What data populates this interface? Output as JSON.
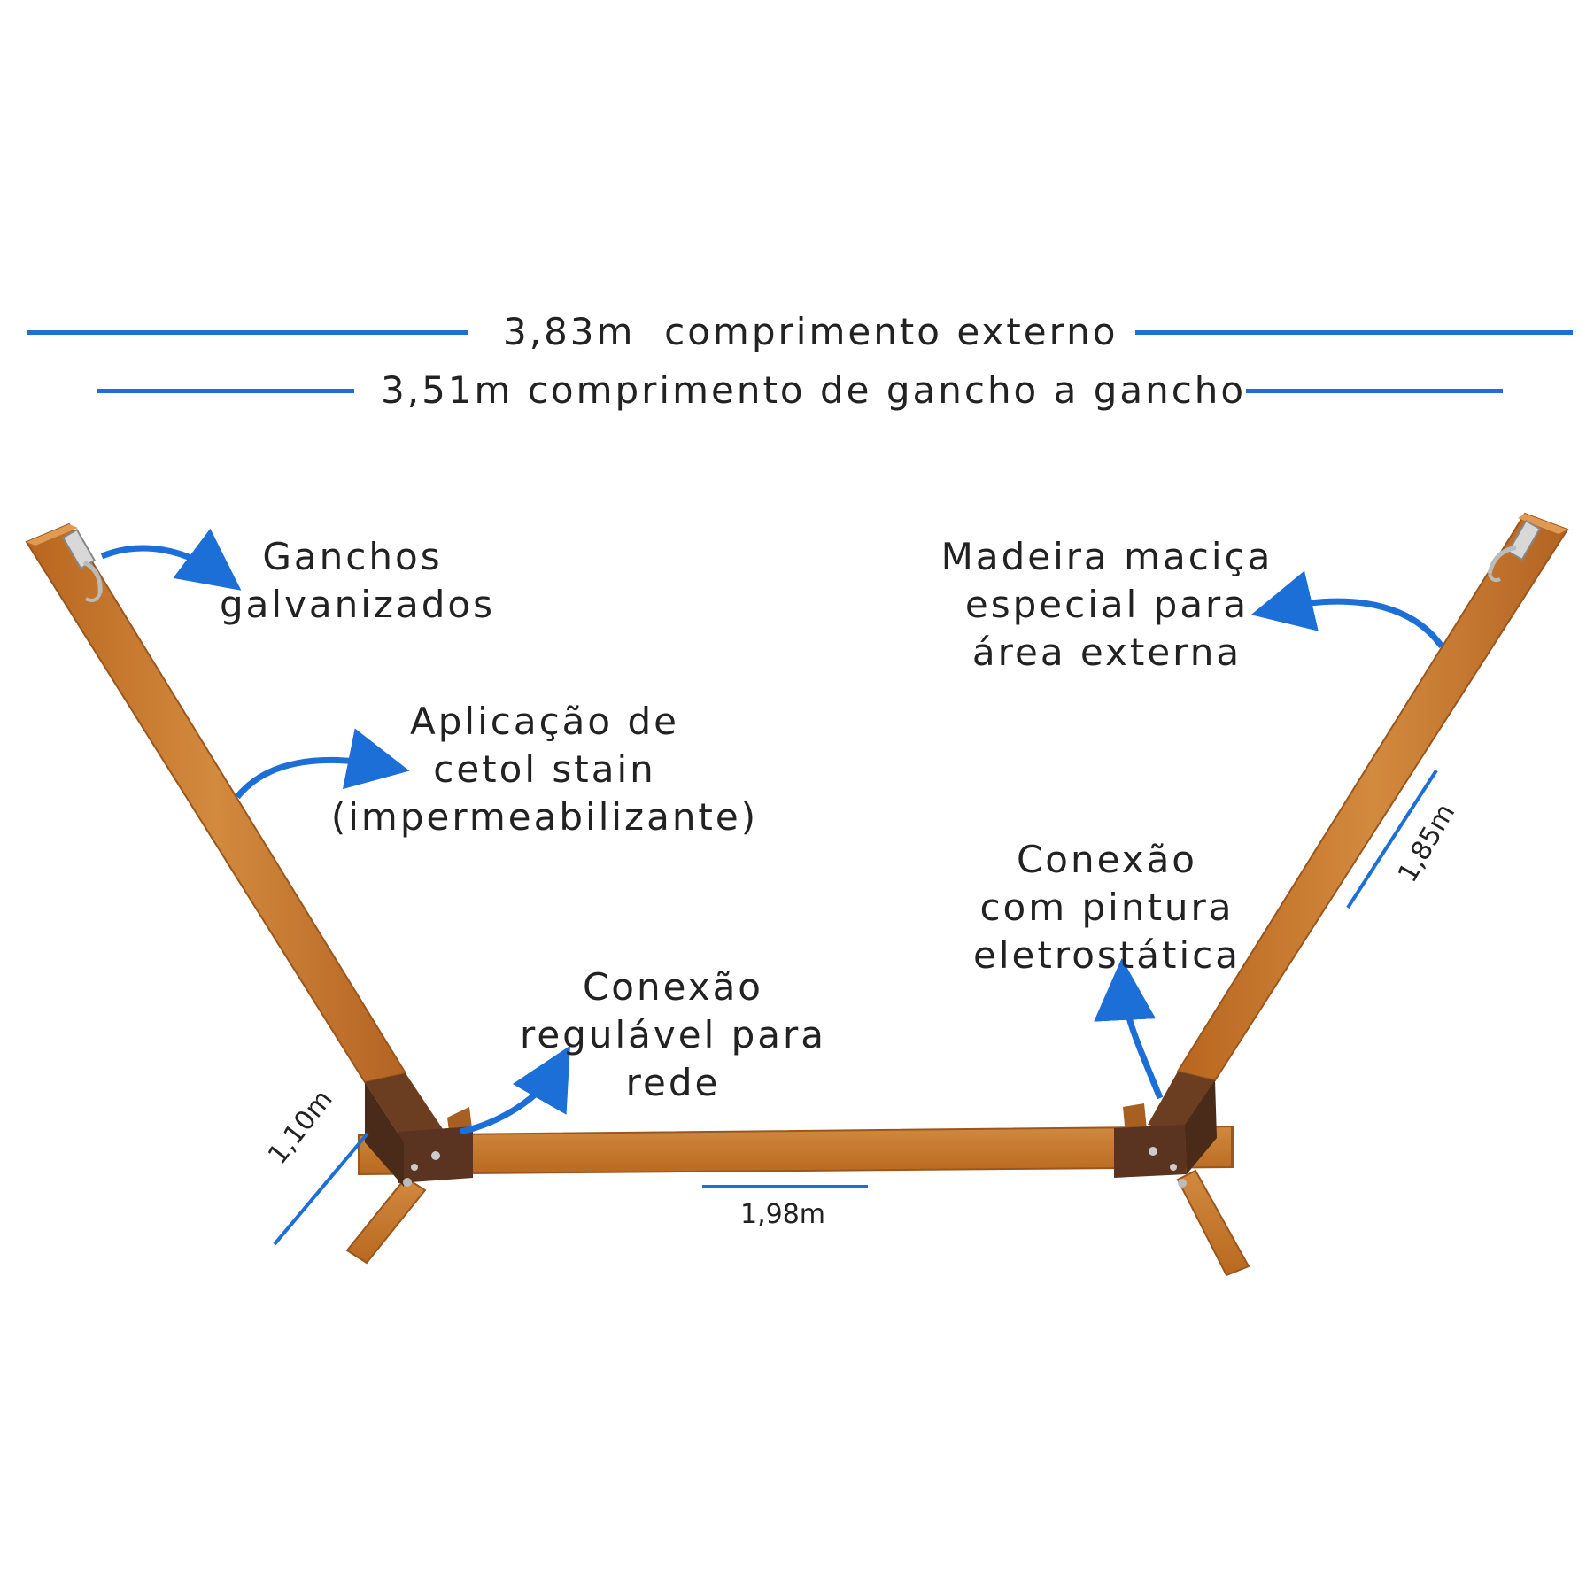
{
  "dimensions": {
    "external_length": {
      "value": "3,83m",
      "text": "comprimento externo"
    },
    "hook_to_hook": {
      "value": "3,51m",
      "text": "comprimento de gancho a gancho"
    },
    "foot_length": "1,10m",
    "base_length": "1,98m",
    "arm_length": "1,85m"
  },
  "callouts": {
    "hooks": [
      "Ganchos",
      "galvanizados"
    ],
    "wood": [
      "Madeira maciça",
      "especial para",
      "área externa"
    ],
    "stain": [
      "Aplicação de",
      "cetol stain",
      "(impermeabilizante)"
    ],
    "electrostatic": [
      "Conexão",
      "com pintura",
      "eletrostática"
    ],
    "adjustable": [
      "Conexão",
      "regulável para",
      "rede"
    ]
  },
  "colors": {
    "accent_blue": "#1c6fd6",
    "wood": "#c8782f",
    "wood_dark": "#a85f22",
    "bracket": "#5a3420"
  },
  "icons": [
    "hook-icon",
    "arrow-icon"
  ]
}
